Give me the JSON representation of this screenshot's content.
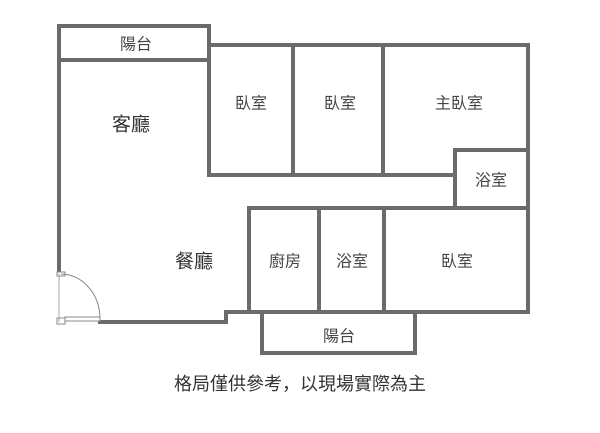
{
  "rooms": {
    "balcony_top": "陽台",
    "living_room": "客廳",
    "bedroom_1": "臥室",
    "bedroom_2": "臥室",
    "master_bedroom": "主臥室",
    "master_bathroom": "浴室",
    "dining_room": "餐廳",
    "kitchen": "廚房",
    "bathroom": "浴室",
    "bedroom_3": "臥室",
    "balcony_bottom": "陽台"
  },
  "caption": "格局僅供參考，以現場實際為主",
  "colors": {
    "wall": "#6b6b6b",
    "text": "#333333"
  }
}
